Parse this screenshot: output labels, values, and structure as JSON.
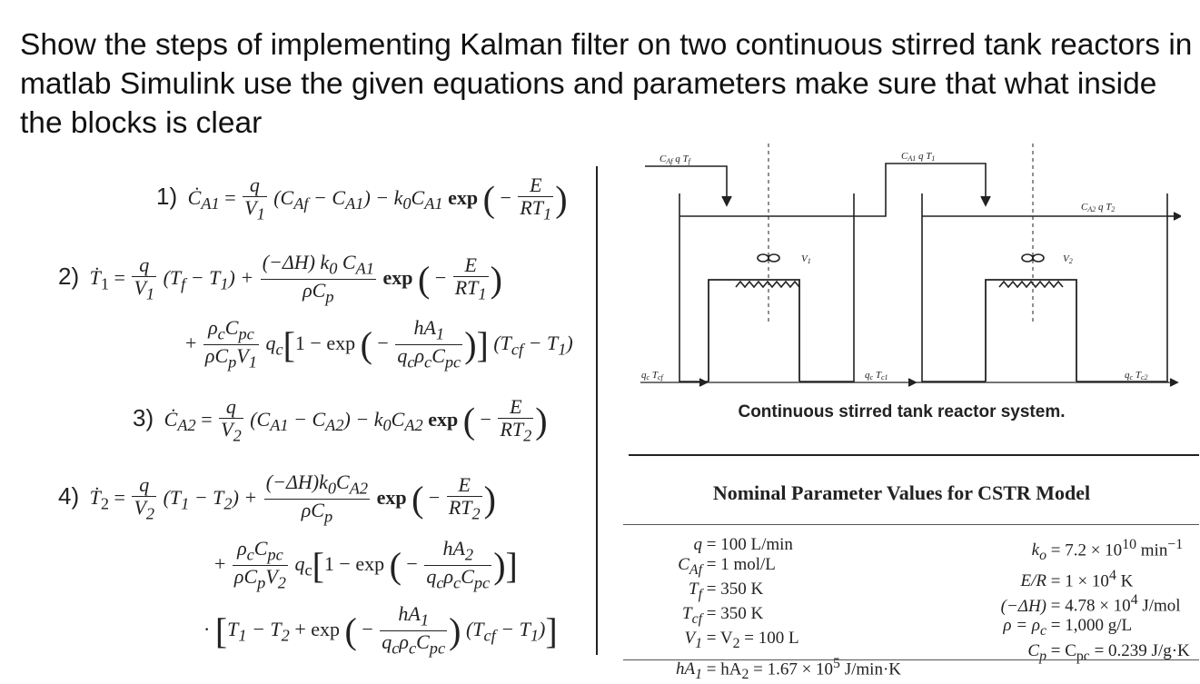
{
  "question": "Show the steps of implementing Kalman filter on two continuous stirred tank reactors in matlab Simulink use the given equations and parameters make sure that what inside the blocks is clear",
  "equations": {
    "eq1": {
      "number": "1)",
      "lhs": "Ċ",
      "lhs_sub": "A1",
      "term1": "(C",
      "term1_mid": "Af",
      "term1_b": " − C",
      "term1_c": "A1",
      "term1_d": ") − k",
      "term1_e": "0",
      "term1_f": "C",
      "term1_g": "A1",
      "exp_word": " exp"
    },
    "eq2": {
      "number": "2)",
      "line1_mid": "(T",
      "line1_sub": "f",
      "line1_b": " − T",
      "line1_c": "1",
      "line1_d": ") +",
      "frac_num": "(−ΔH) k",
      "frac_num_sub": "0",
      "frac_num_b": " C",
      "frac_num_c": "A1",
      "frac_den": "ρC",
      "frac_den_sub": "p",
      "line2_a": "q",
      "line2_sub": "c",
      "bracket_text": "1 − exp",
      "tail": "(T",
      "tail_sub": "cf",
      "tail_b": " − T",
      "tail_c": "1",
      "tail_d": ")"
    },
    "eq3": {
      "number": "3)",
      "lhs": "Ċ",
      "lhs_sub": "A2",
      "term1": "(C",
      "term1_mid": "A1",
      "term1_b": " − C",
      "term1_c": "A2",
      "term1_d": ") − k",
      "term1_e": "0",
      "term1_f": "C",
      "term1_g": "A2",
      "exp_word": " exp"
    },
    "eq4": {
      "number": "4)",
      "line1_mid": "(T",
      "line1_sub": "1",
      "line1_b": " − T",
      "line1_c": "2",
      "line1_d": ") +",
      "frac_num": "(−ΔH)k",
      "frac_num_sub": "0",
      "frac_num_b": "C",
      "frac_num_c": "A2",
      "frac_den": "ρC",
      "frac_den_sub": "p",
      "bracket_text": "1 − exp",
      "line3_a": "T",
      "line3_sub": "1",
      "line3_b": " − T",
      "line3_c": "2",
      "line3_d": " + exp",
      "tail": "(T",
      "tail_sub": "cf",
      "tail_b": " − T",
      "tail_c": "1",
      "tail_d": ")"
    }
  },
  "diagram": {
    "caption": "Continuous stirred tank reactor system.",
    "feed1_label": "C",
    "feed1_sub": "Af",
    "feed1_rest": " q  T",
    "feed1_rest_sub": "f",
    "feed2_label": "C",
    "feed2_sub": "A1",
    "feed2_rest": " q  T",
    "feed2_rest_sub": "1",
    "out_label": "C",
    "out_sub": "A2",
    "out_rest": " q  T",
    "out_rest_sub": "2",
    "v1_label": "V",
    "v1_sub": "1",
    "v2_label": "V",
    "v2_sub": "2",
    "coolant_in": "q",
    "coolant_in_sub": "c",
    "coolant_in_t": " T",
    "coolant_in_t_sub": "cf",
    "coolant_mid": "q",
    "coolant_mid_sub": "c",
    "coolant_mid_t": " T",
    "coolant_mid_t_sub": "c1",
    "coolant_out": "q",
    "coolant_out_sub": "c",
    "coolant_out_t": " T",
    "coolant_out_t_sub": "c2"
  },
  "table": {
    "title": "Nominal Parameter Values for CSTR Model",
    "left": [
      {
        "lhs": "q",
        "rhs": " = 100 L/min"
      },
      {
        "lhs": "C",
        "lhs_sub": "Af",
        "rhs": " = 1 mol/L"
      },
      {
        "lhs": "T",
        "lhs_sub": "f",
        "rhs": " = 350 K"
      },
      {
        "lhs": "T",
        "lhs_sub": "cf",
        "rhs": " = 350 K"
      },
      {
        "lhs": "V",
        "lhs_sub": "1",
        "rhs": " = V",
        "rhs_sub": "2",
        "rhs_b": " = 100 L"
      },
      {
        "lhs": "hA",
        "lhs_sub": "1",
        "rhs": " = hA",
        "rhs_sub": "2",
        "rhs_b": " = 1.67 × 10",
        "rhs_sup": "5",
        "rhs_c": " J/min·K"
      }
    ],
    "right": [
      {
        "lhs": "k",
        "lhs_sub": "o",
        "rhs": " = 7.2 × 10",
        "rhs_sup": "10",
        "rhs_b": " min",
        "rhs_sup2": "−1"
      },
      {
        "lhs": "E/R",
        "rhs": " = 1 × 10",
        "rhs_sup": "4",
        "rhs_b": " K"
      },
      {
        "lhs": "(−ΔH)",
        "rhs": " = 4.78 × 10",
        "rhs_sup": "4",
        "rhs_b": " J/mol"
      },
      {
        "lhs": "ρ = ρ",
        "lhs_sub": "c",
        "rhs": " = 1,000 g/L"
      },
      {
        "lhs": "C",
        "lhs_sub": "p",
        "rhs": " = C",
        "rhs_sub": "pc",
        "rhs_b": " = 0.239 J/g·K"
      }
    ]
  }
}
